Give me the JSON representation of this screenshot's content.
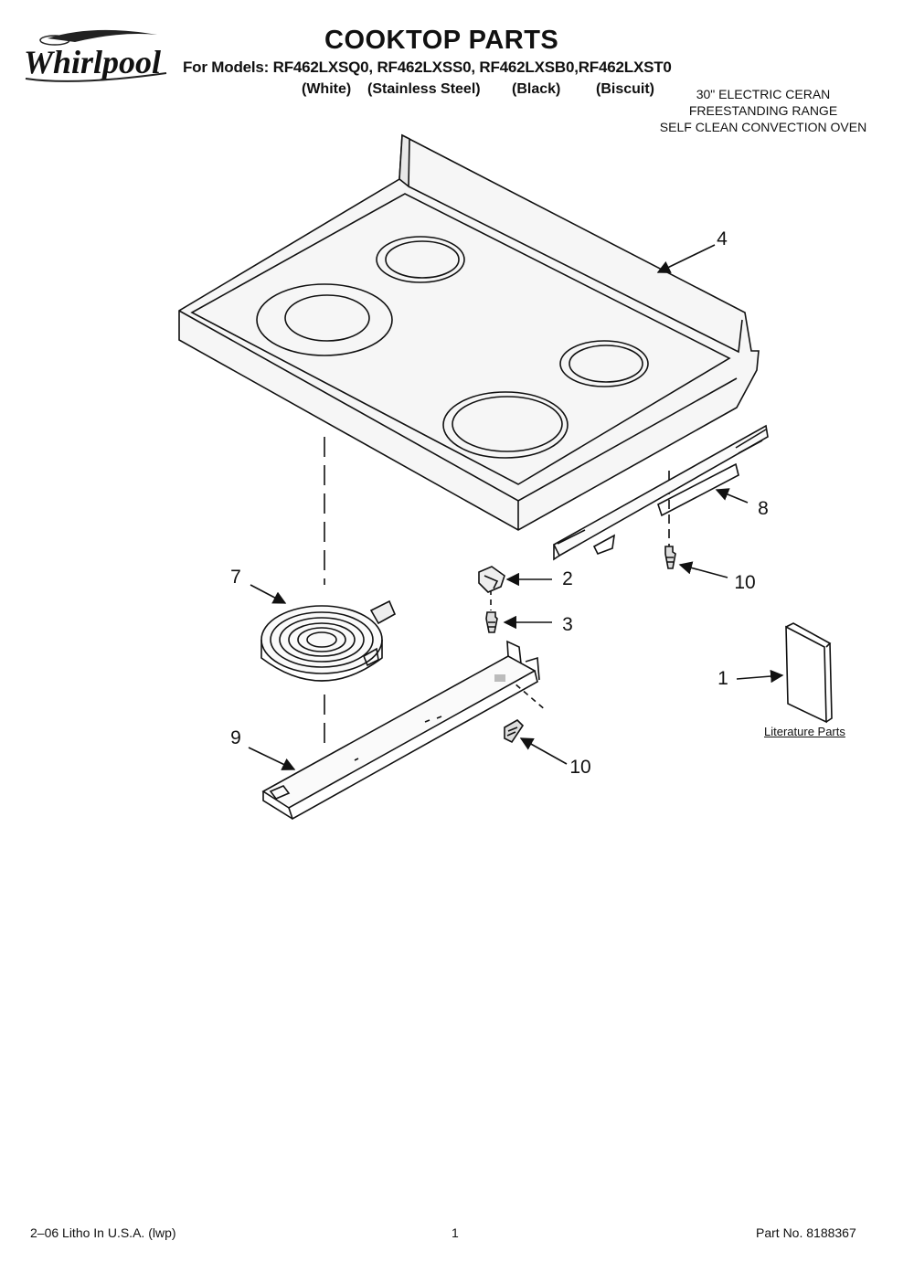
{
  "header": {
    "brand": "Whirlpool",
    "title": "COOKTOP PARTS",
    "models_line": "For Models: RF462LXSQ0, RF462LXSS0, RF462LXSB0,RF462LXST0",
    "colors": [
      "(White)",
      "(Stainless Steel)",
      "(Black)",
      "(Biscuit)"
    ],
    "description": [
      "30\" ELECTRIC CERAN",
      "FREESTANDING RANGE",
      "SELF CLEAN CONVECTION OVEN"
    ]
  },
  "callouts": {
    "c1": "1",
    "c2": "2",
    "c3": "3",
    "c4": "4",
    "c7": "7",
    "c8": "8",
    "c9": "9",
    "c10a": "10",
    "c10b": "10"
  },
  "literature_label": "Literature Parts",
  "footer": {
    "left": "2–06 Litho In U.S.A. (lwp)",
    "page": "1",
    "part_no": "Part No. 8188367"
  }
}
